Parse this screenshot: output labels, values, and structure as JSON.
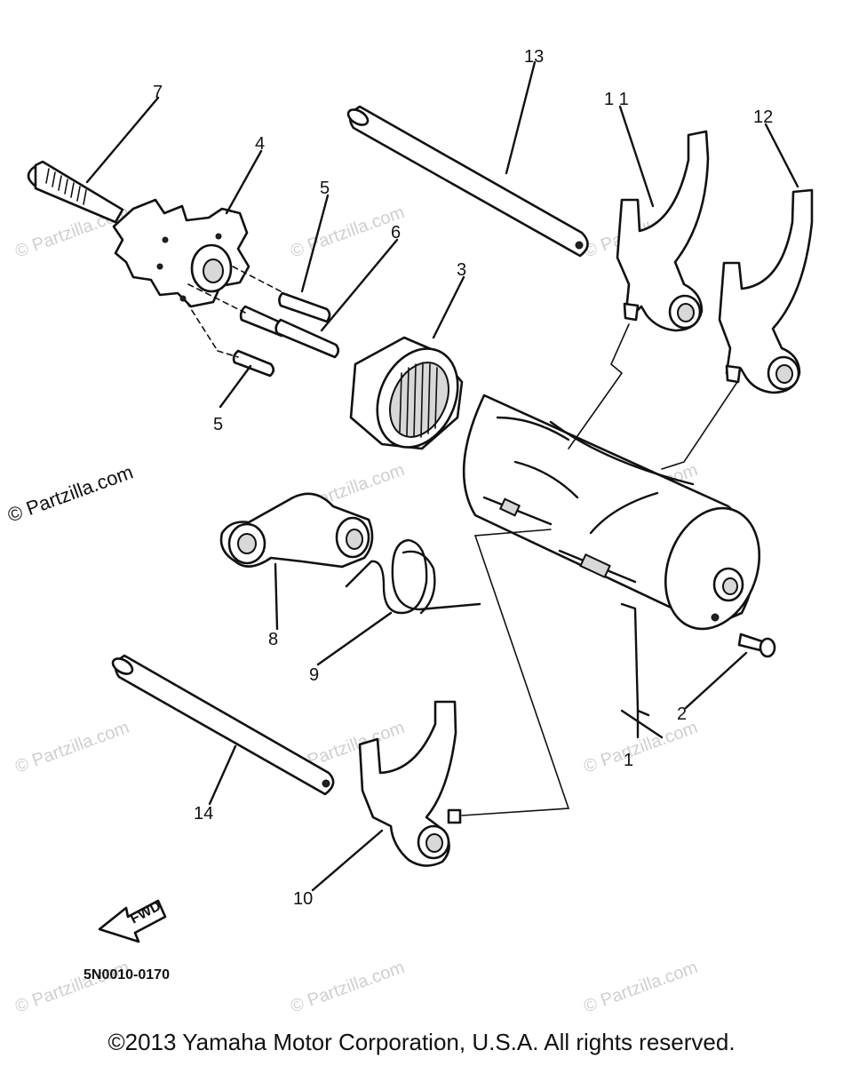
{
  "callouts": {
    "c1": "1",
    "c2": "2",
    "c3": "3",
    "c4": "4",
    "c5a": "5",
    "c5b": "5",
    "c6": "6",
    "c7": "7",
    "c8": "8",
    "c9": "9",
    "c10": "10",
    "c11": "1 1",
    "c12": "12",
    "c13": "13",
    "c14": "14"
  },
  "diagram_code": "5N0010-0170",
  "fwd_label": "FWD",
  "watermark": {
    "side": "© Partzilla.com",
    "tile": "© Partzilla.com"
  },
  "copyright": "©2013 Yamaha Motor Corporation, U.S.A. All rights reserved."
}
